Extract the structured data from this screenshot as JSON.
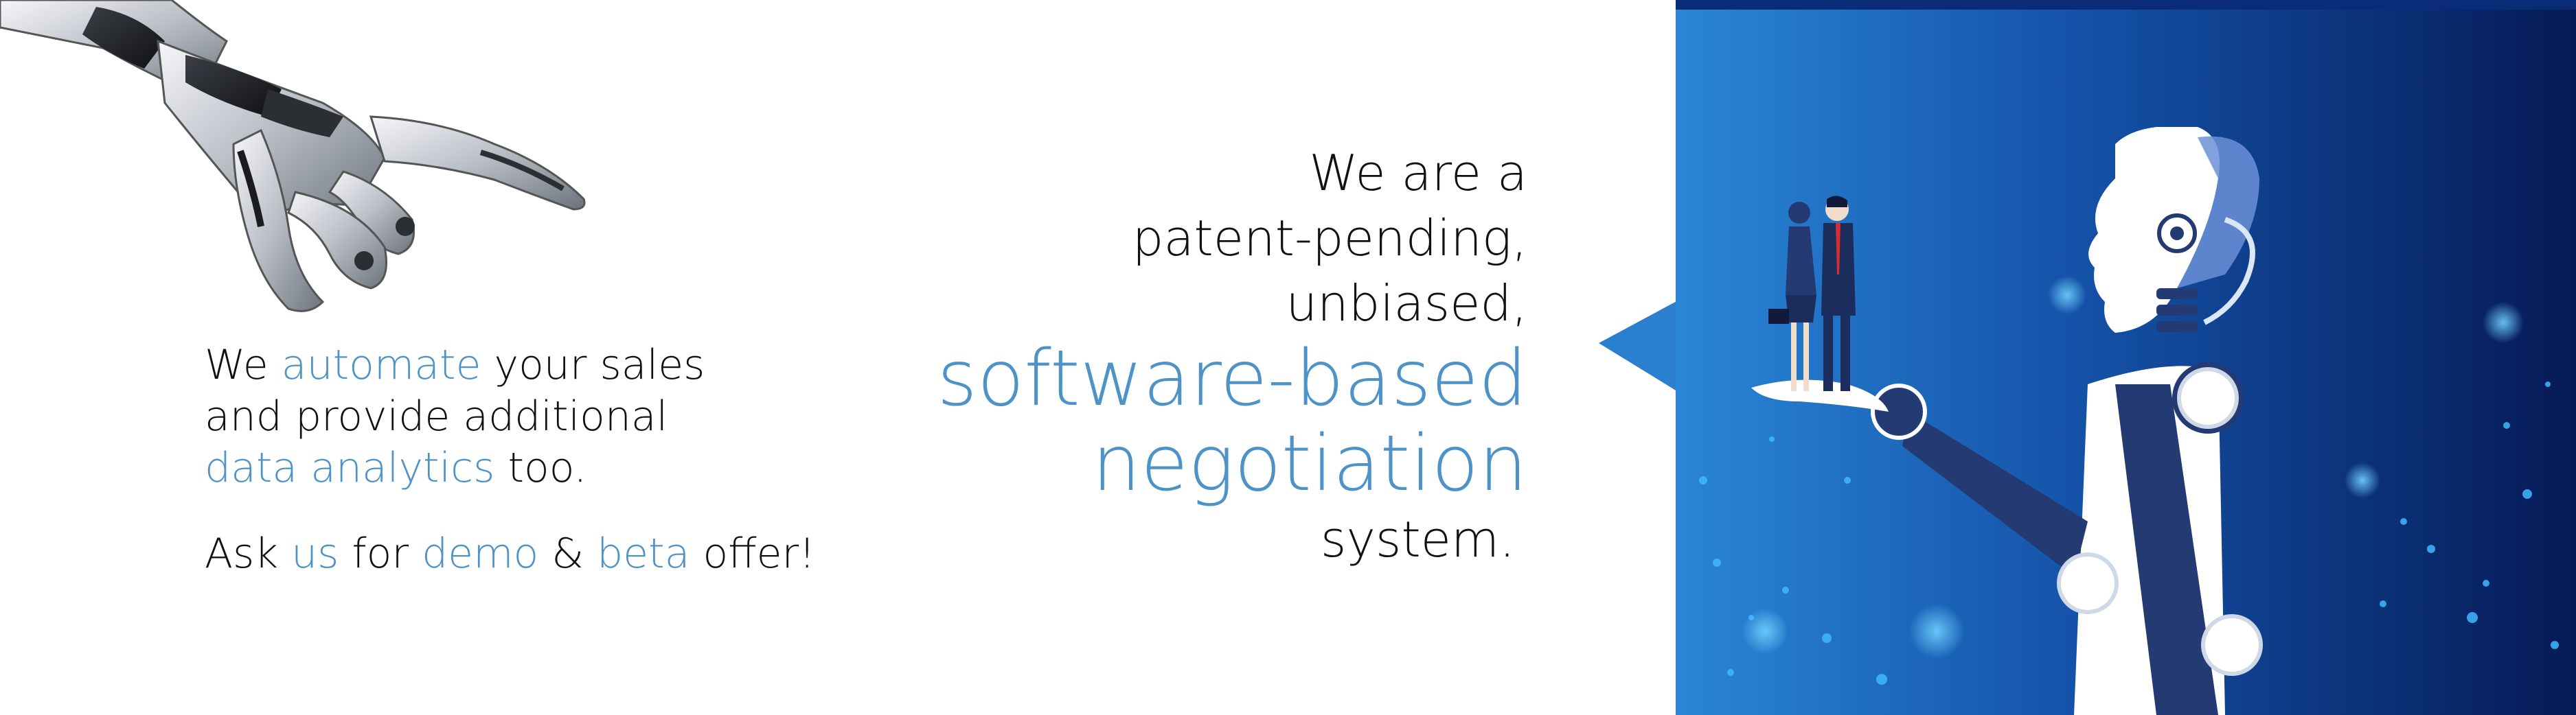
{
  "left": {
    "line1": {
      "a": "We ",
      "b": "automate",
      "c": " your sales"
    },
    "line2": "and provide additional",
    "line3": {
      "a": "data analytics",
      "b": " too."
    },
    "ask": {
      "a": "Ask ",
      "b": "us",
      "c": " for ",
      "d": "demo",
      "e": " & ",
      "f": "beta",
      "g": " offer!"
    }
  },
  "center": {
    "line1": "We are a",
    "line2": "patent-pending,",
    "line3": "unbiased,",
    "line4": "software-based",
    "line5": "negotiation",
    "line6": "system."
  },
  "colors": {
    "accent": "#4e93c8",
    "panel_dark": "#0a1f5c",
    "panel_light": "#1e73c6",
    "robot_navy": "#243a72"
  },
  "icons": {
    "robot_hand": "robot-hand-pointing",
    "robot": "humanoid-robot-holding-businesspeople"
  }
}
